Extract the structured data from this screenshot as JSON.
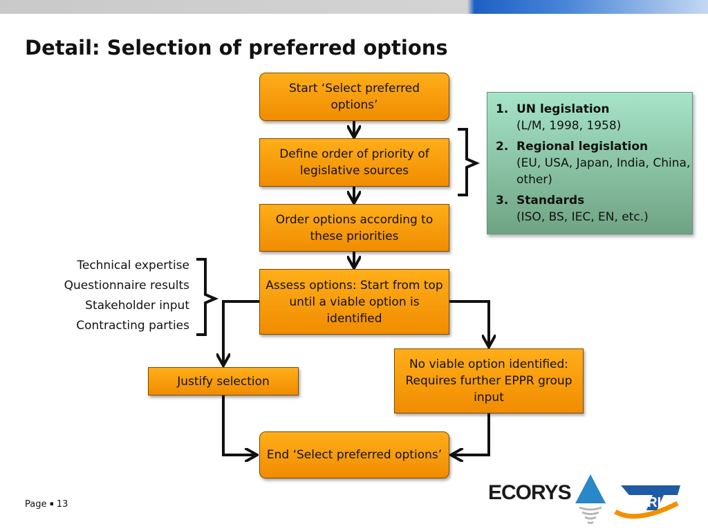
{
  "slide": {
    "title": "Detail: Selection of preferred options",
    "footer_page_label": "Page",
    "footer_separator": "▪",
    "page_number": "13"
  },
  "flow": {
    "start": "Start ‘Select preferred options’",
    "define": "Define order of priority of legislative sources",
    "order": "Order options according to these priorities",
    "assess": "Assess options: Start from top until a viable option is identified",
    "justify": "Justify selection",
    "no_viable": "No viable option identified: Requires further EPPR group input",
    "end": "End ‘Select preferred options’"
  },
  "sources": [
    {
      "num": "1.",
      "head": "UN legislation",
      "sub": "(L/M,  1998, 1958)"
    },
    {
      "num": "2.",
      "head": "Regional legislation",
      "sub": "(EU, USA, Japan, India, China, other)"
    },
    {
      "num": "3.",
      "head": "Standards",
      "sub": "(ISO, BS, IEC, EN, etc.)"
    }
  ],
  "inputs": [
    "Technical expertise",
    "Questionnaire results",
    "Stakeholder input",
    "Contracting parties"
  ],
  "logos": {
    "ecorys": "ECORYS",
    "trl": "TRL"
  },
  "colors": {
    "box_orange": "#f59b0a",
    "info_green": "#8cc9a9",
    "brand_blue": "#1d5fc4"
  }
}
